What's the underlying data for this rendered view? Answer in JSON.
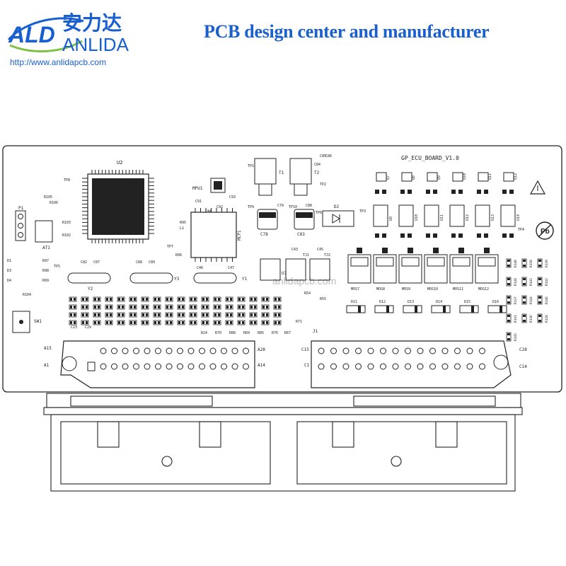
{
  "brand": {
    "logo_text": "ALD",
    "chinese_name": "安力达",
    "name": "ANLIDA",
    "url": "http://www.anlidapcb.com",
    "blue": "#1a5fd0",
    "green": "#7dc242"
  },
  "tagline": "PCB design center and manufacturer",
  "board": {
    "title": "GP_ECU_BOARD_V1.0",
    "watermark": "anlidapcb.com",
    "main_chip": "U2",
    "connector": "J1",
    "pin_labels": {
      "a15": "A15",
      "a28": "A28",
      "a1": "A1",
      "a14": "A14",
      "c15": "C15",
      "c28": "C28",
      "c1": "C1",
      "c14": "C14"
    },
    "header": "P1",
    "switch": "SW1",
    "regulators": [
      "T1",
      "T2"
    ],
    "test_points": [
      "TP8",
      "TP1",
      "TP2",
      "TP3",
      "TP4",
      "TP5",
      "TP6",
      "TP9",
      "TP10",
      "TP7",
      "TJ1",
      "TJ2"
    ],
    "crystals": [
      "Y2",
      "Y3",
      "Y1"
    ],
    "caps": [
      "C78",
      "C83",
      "C82",
      "C87",
      "C88",
      "C89",
      "C46",
      "C47",
      "C43",
      "C45",
      "C79",
      "C80",
      "C44",
      "C91",
      "C92",
      "C93",
      "C84",
      "C85",
      "C86"
    ],
    "mosfets": [
      "MOS7",
      "MOS8",
      "MOS9",
      "MOS10",
      "MOS11",
      "MOS12"
    ],
    "diodes": [
      "D11",
      "D12",
      "D13",
      "D14",
      "D15",
      "D16"
    ],
    "top_row_ics": [
      "U9",
      "U10",
      "U11",
      "U12",
      "U13",
      "U14"
    ],
    "top_row_fets": [
      "Q7",
      "Q8",
      "Q9",
      "Q10",
      "Q11",
      "Q12"
    ],
    "misc_labels": [
      "MPU1",
      "MCP1",
      "AT1",
      "D2",
      "U1",
      "R103",
      "R102",
      "R105",
      "R106",
      "R97",
      "R98",
      "R99",
      "R95",
      "R96",
      "R104",
      "R54",
      "R55",
      "R24",
      "R70",
      "R88",
      "R69",
      "R85",
      "R76",
      "R67",
      "R71",
      "C23",
      "C29",
      "D1",
      "D3",
      "D4",
      "L1"
    ],
    "right_resistors": [
      "R140",
      "R150",
      "R139",
      "R148",
      "R143",
      "R142",
      "R137",
      "R144",
      "R146",
      "R141",
      "R136",
      "R138",
      "R145"
    ]
  }
}
